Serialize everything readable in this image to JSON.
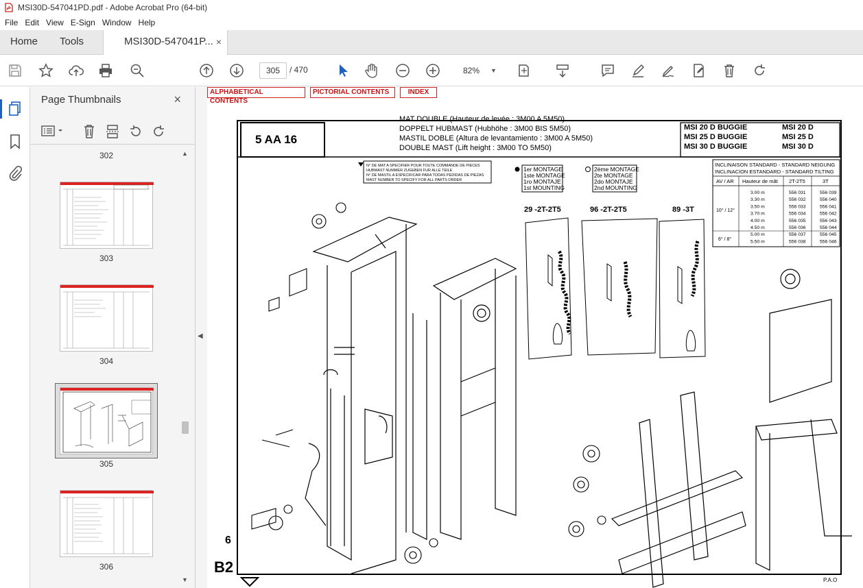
{
  "window": {
    "title": "MSI30D-547041PD.pdf - Adobe Acrobat Pro (64-bit)"
  },
  "menu": [
    "File",
    "Edit",
    "View",
    "E-Sign",
    "Window",
    "Help"
  ],
  "tabs": {
    "home": "Home",
    "tools": "Tools",
    "doc": "MSI30D-547041P...",
    "close": "×"
  },
  "toolbar": {
    "page_current": "305",
    "page_total": "/ 470",
    "zoom": "82%"
  },
  "thumbs": {
    "title": "Page Thumbnails",
    "close": "×",
    "pages": [
      "302",
      "303",
      "304",
      "305",
      "306"
    ]
  },
  "doc": {
    "nav": {
      "alpha": "ALPHABETICAL CONTENTS",
      "pictorial": "PICTORIAL CONTENTS",
      "index": "INDEX"
    },
    "code": "5 AA 16",
    "titles": [
      "MAT DOUBLE (Hauteur de levée : 3M00 A 5M50)",
      "DOPPELT HUBMAST (Hubhöhe : 3M00 BIS 5M50)",
      "MASTIL DOBLE (Altura de levantamiento : 3M00 A 5M50)",
      "DOUBLE MAST (Lift height : 3M00 TO 5M50)"
    ],
    "models_left": [
      "MSI 20 D BUGGIE",
      "MSI 25 D BUGGIE",
      "MSI 30 D BUGGIE"
    ],
    "models_right": [
      "MSI 20 D",
      "MSI 25 D",
      "MSI 30 D"
    ],
    "notice": [
      "N° DE MAT A SPECIFIER POUR TOUTE COMMANDE DE PIECES",
      "HUBMAST NUMMER ZUGEBEN FUR ALLE TEILE",
      "N° DE MASTIL A ESPECIFICAR PARA TODAS PEDIDAS DE PIEZAS",
      "MAST NUMBER TO SPECIFY FOR ALL PARTS ORDER"
    ],
    "mount1": [
      "1er MONTAGE",
      "1ste MONTAGE",
      "1ro MONTAJE",
      "1st MOUNTING"
    ],
    "mount2": [
      "2ème MONTAGE",
      "2te MONTAGE",
      "2do MONTAJE",
      "2nd MOUNTING"
    ],
    "tilt_table": {
      "header1": "INCLINAISON STANDARD - STANDARD NEIGUNG",
      "header2": "INCLINACION ESTANDARD - STANDARD TILTING",
      "cols": [
        "AV / AR",
        "Hauteur de mât",
        "2T-2T5",
        "3T"
      ],
      "angles": [
        "10° / 12°",
        "6° / 8°"
      ],
      "rows": [
        [
          "3.00 m",
          "556 031",
          "556 039"
        ],
        [
          "3.30 m",
          "556 032",
          "556 040"
        ],
        [
          "3.50 m",
          "556 033",
          "556 041"
        ],
        [
          "3.70 m",
          "556 034",
          "556 042"
        ],
        [
          "4.00 m",
          "556 035",
          "556 043"
        ],
        [
          "4.50 m",
          "556 036",
          "556 044"
        ],
        [
          "5.00 m",
          "556 037",
          "556 045"
        ],
        [
          "5.50 m",
          "556 038",
          "556 046"
        ]
      ]
    },
    "chain_groups": [
      "29 -2T-2T5",
      "96 -2T-2T5",
      "89 -3T"
    ],
    "left_margin": [
      "6",
      "B2"
    ],
    "footer": "P.A.O"
  }
}
